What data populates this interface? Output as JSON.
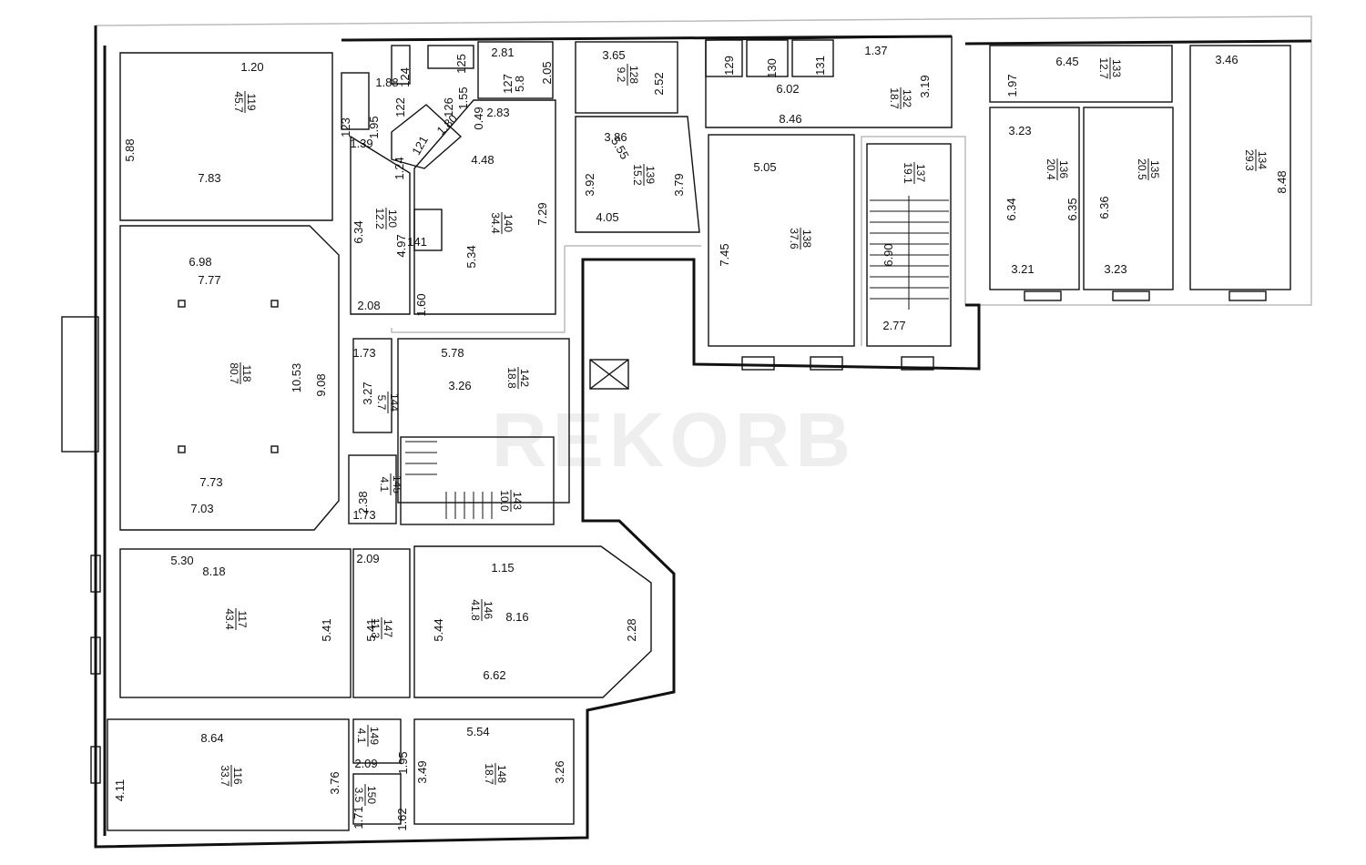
{
  "watermark": "REKORB",
  "labels": [
    {
      "id": "m-120",
      "text": "1.20"
    },
    {
      "id": "m-588",
      "text": "5.88"
    },
    {
      "id": "m-783",
      "text": "7.83"
    },
    {
      "id": "m-698",
      "text": "6.98"
    },
    {
      "id": "m-777",
      "text": "7.77"
    },
    {
      "id": "m-1053",
      "text": "10.53"
    },
    {
      "id": "m-773",
      "text": "7.73"
    },
    {
      "id": "m-703",
      "text": "7.03"
    },
    {
      "id": "m-530",
      "text": "5.30"
    },
    {
      "id": "m-818",
      "text": "8.18"
    },
    {
      "id": "m-541a",
      "text": "5.41"
    },
    {
      "id": "m-209a",
      "text": "2.09"
    },
    {
      "id": "m-541b",
      "text": "5.41"
    },
    {
      "id": "m-544",
      "text": "5.44"
    },
    {
      "id": "m-115",
      "text": "1.15"
    },
    {
      "id": "m-816",
      "text": "8.16"
    },
    {
      "id": "m-228",
      "text": "2.28"
    },
    {
      "id": "m-662",
      "text": "6.62"
    },
    {
      "id": "m-864",
      "text": "8.64"
    },
    {
      "id": "m-411",
      "text": "4.11"
    },
    {
      "id": "m-376",
      "text": "3.76"
    },
    {
      "id": "m-195b",
      "text": "1.95"
    },
    {
      "id": "m-209b",
      "text": "2.09"
    },
    {
      "id": "m-349",
      "text": "3.49"
    },
    {
      "id": "m-162",
      "text": "1.62"
    },
    {
      "id": "m-171",
      "text": "1.71"
    },
    {
      "id": "m-554",
      "text": "5.54"
    },
    {
      "id": "m-326",
      "text": "3.26"
    },
    {
      "id": "m-124",
      "text": "124"
    },
    {
      "id": "m-188",
      "text": "1.88"
    },
    {
      "id": "m-125",
      "text": "125"
    },
    {
      "id": "m-155",
      "text": "1.55"
    },
    {
      "id": "m-123",
      "text": "123"
    },
    {
      "id": "m-195a",
      "text": "1.95"
    },
    {
      "id": "m-126",
      "text": "126"
    },
    {
      "id": "m-122",
      "text": "122"
    },
    {
      "id": "m-180",
      "text": "1.80"
    },
    {
      "id": "m-049",
      "text": "0.49"
    },
    {
      "id": "m-139",
      "text": "1.39"
    },
    {
      "id": "m-121",
      "text": "121"
    },
    {
      "id": "m-124b",
      "text": "1.24"
    },
    {
      "id": "m-281",
      "text": "2.81"
    },
    {
      "id": "m-127",
      "text": "127"
    },
    {
      "id": "m-58",
      "text": "5.8"
    },
    {
      "id": "m-205",
      "text": "2.05"
    },
    {
      "id": "m-283",
      "text": "2.83"
    },
    {
      "id": "m-448",
      "text": "4.48"
    },
    {
      "id": "m-729",
      "text": "7.29"
    },
    {
      "id": "m-534",
      "text": "5.34"
    },
    {
      "id": "m-160",
      "text": "1.60"
    },
    {
      "id": "m-634a",
      "text": "6.34"
    },
    {
      "id": "m-497",
      "text": "4.97"
    },
    {
      "id": "m-208",
      "text": "2.08"
    },
    {
      "id": "m-141",
      "text": "141"
    },
    {
      "id": "m-365",
      "text": "3.65"
    },
    {
      "id": "m-252",
      "text": "2.52"
    },
    {
      "id": "m-386",
      "text": "3.86"
    },
    {
      "id": "m-555",
      "text": "5.55"
    },
    {
      "id": "m-392",
      "text": "3.92"
    },
    {
      "id": "m-379",
      "text": "3.79"
    },
    {
      "id": "m-405",
      "text": "4.05"
    },
    {
      "id": "m-129",
      "text": "129"
    },
    {
      "id": "m-130",
      "text": "130"
    },
    {
      "id": "m-131",
      "text": "131"
    },
    {
      "id": "m-137a",
      "text": "1.37"
    },
    {
      "id": "m-602",
      "text": "6.02"
    },
    {
      "id": "m-319",
      "text": "3.19"
    },
    {
      "id": "m-846",
      "text": "8.46"
    },
    {
      "id": "m-505",
      "text": "5.05"
    },
    {
      "id": "m-745",
      "text": "7.45"
    },
    {
      "id": "m-690",
      "text": "6.90"
    },
    {
      "id": "m-277",
      "text": "2.77"
    },
    {
      "id": "m-197",
      "text": "1.97"
    },
    {
      "id": "m-645",
      "text": "6.45"
    },
    {
      "id": "m-346",
      "text": "3.46"
    },
    {
      "id": "m-323a",
      "text": "3.23"
    },
    {
      "id": "m-634b",
      "text": "6.34"
    },
    {
      "id": "m-635",
      "text": "6.35"
    },
    {
      "id": "m-636",
      "text": "6.36"
    },
    {
      "id": "m-848",
      "text": "8.48"
    },
    {
      "id": "m-321",
      "text": "3.21"
    },
    {
      "id": "m-323b",
      "text": "3.23"
    },
    {
      "id": "m-173a",
      "text": "1.73"
    },
    {
      "id": "m-578",
      "text": "5.78"
    },
    {
      "id": "m-908",
      "text": "9.08"
    },
    {
      "id": "m-327",
      "text": "3.27"
    },
    {
      "id": "m-326b",
      "text": "3.26"
    },
    {
      "id": "m-238",
      "text": "2.38"
    },
    {
      "id": "m-173b",
      "text": "1.73"
    }
  ],
  "rooms": [
    {
      "id": "r119",
      "num": "119",
      "area": "45.7"
    },
    {
      "id": "r118",
      "num": "118",
      "area": "80.7"
    },
    {
      "id": "r117",
      "num": "117",
      "area": "43.4"
    },
    {
      "id": "r116",
      "num": "116",
      "area": "33.7"
    },
    {
      "id": "r147",
      "num": "147",
      "area": "11.3"
    },
    {
      "id": "r146",
      "num": "146",
      "area": "41.8"
    },
    {
      "id": "r148",
      "num": "148",
      "area": "18.7"
    },
    {
      "id": "r149",
      "num": "149",
      "area": "4.1"
    },
    {
      "id": "r150",
      "num": "150",
      "area": "3.5"
    },
    {
      "id": "r120",
      "num": "120",
      "area": "12.2"
    },
    {
      "id": "r140",
      "num": "140",
      "area": "34.4"
    },
    {
      "id": "r128",
      "num": "128",
      "area": "9.2"
    },
    {
      "id": "r139",
      "num": "139",
      "area": "15.2"
    },
    {
      "id": "r132",
      "num": "132",
      "area": "18.7"
    },
    {
      "id": "r138",
      "num": "138",
      "area": "37.6"
    },
    {
      "id": "r137",
      "num": "137",
      "area": "19.1"
    },
    {
      "id": "r133",
      "num": "133",
      "area": "12.7"
    },
    {
      "id": "r136",
      "num": "136",
      "area": "20.4"
    },
    {
      "id": "r135",
      "num": "135",
      "area": "20.5"
    },
    {
      "id": "r134",
      "num": "134",
      "area": "29.3"
    },
    {
      "id": "r142",
      "num": "142",
      "area": "18.8"
    },
    {
      "id": "r144",
      "num": "144",
      "area": "5.7"
    },
    {
      "id": "r145",
      "num": "145",
      "area": "4.1"
    },
    {
      "id": "r143",
      "num": "143",
      "area": "10.0"
    }
  ]
}
